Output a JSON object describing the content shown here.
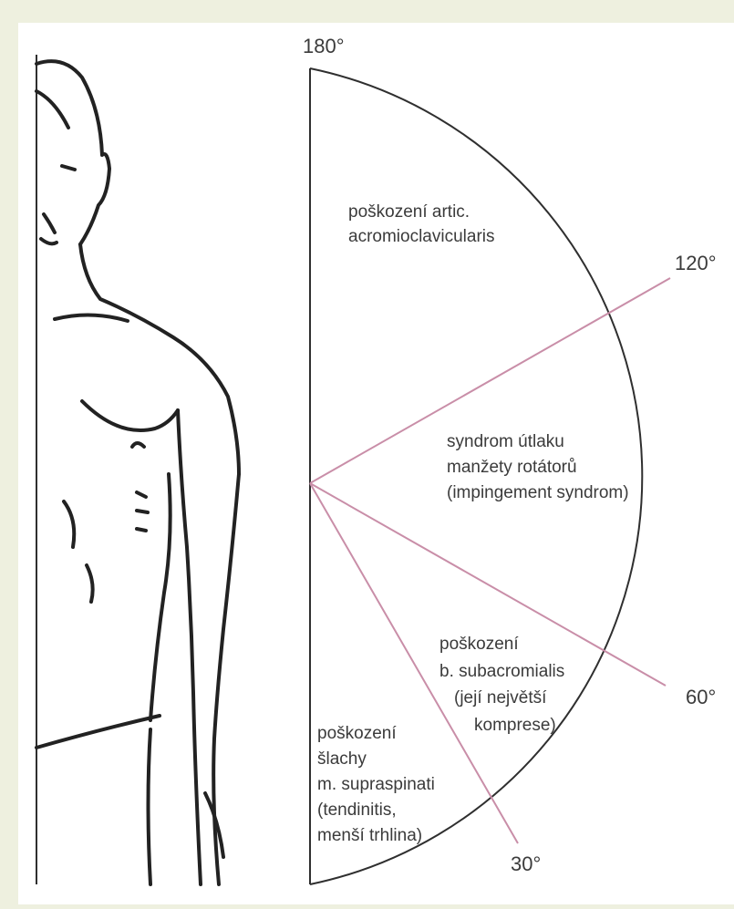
{
  "colors": {
    "page_background": "#eef0df",
    "panel": "#ffffff",
    "line": "#2f2f2f",
    "divider": "#c98ea8",
    "text": "#3b3b3b"
  },
  "angles": {
    "a180": "180°",
    "a120": "120°",
    "a60": "60°",
    "a30": "30°"
  },
  "zones": {
    "ac_joint": [
      "poškození artic.",
      "acromioclavicularis"
    ],
    "impingement": [
      "syndrom útlaku",
      "manžety rotátorů",
      "(impingement syndrom)"
    ],
    "bursa": [
      "poškození",
      "b. subacromialis",
      "(její největší",
      "komprese)"
    ],
    "tendon": [
      "poškození",
      "šlachy",
      "m. supraspinati",
      "(tendinitis,",
      "menší trhlina)"
    ]
  },
  "figure_icon": "male-torso-outline"
}
